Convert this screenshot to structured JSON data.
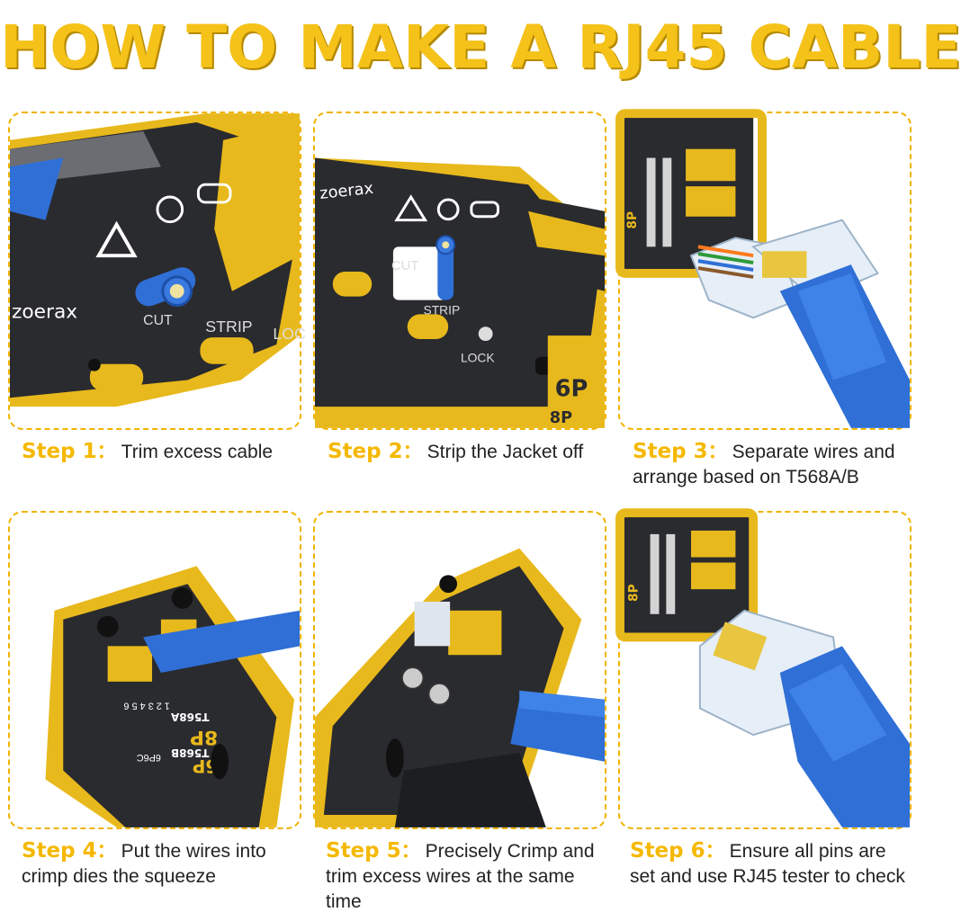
{
  "title": "HOW TO MAKE A RJ45 CABLE",
  "brand": "zoerax",
  "labels": {
    "cut": "CUT",
    "strip": "STRIP",
    "lock": "LOCK",
    "loc": "LOC",
    "p8": "8P",
    "p6": "6P",
    "t568b": "T568B",
    "t568a": "T568A",
    "sixp6c": "6P6C",
    "pins": "1 2 3 4 5 6"
  },
  "colors": {
    "accent": "#f5b800",
    "tool_yellow": "#e8b91c",
    "tool_black": "#2a2b2e",
    "cable_blue": "#2f6fd6"
  },
  "steps": [
    {
      "label": "Step 1",
      "sep": "：",
      "text": "Trim excess cable"
    },
    {
      "label": "Step 2",
      "sep": "：",
      "text": "Strip the Jacket off"
    },
    {
      "label": "Step 3",
      "sep": "：",
      "text": "Separate wires and arrange based on T568A/B"
    },
    {
      "label": "Step 4",
      "sep": "：",
      "text": "Put the wires into crimp dies the squeeze"
    },
    {
      "label": "Step 5",
      "sep": "：",
      "text": "Precisely Crimp and trim excess wires at the same time"
    },
    {
      "label": "Step 6",
      "sep": "：",
      "text": "Ensure all pins are set and use RJ45 tester to check"
    }
  ]
}
